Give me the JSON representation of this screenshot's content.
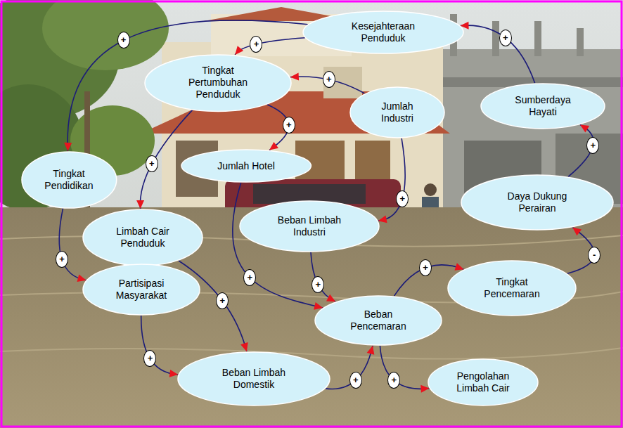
{
  "diagram": {
    "nodes": [
      {
        "text": [
          "Kesejahteraan Penduduk"
        ]
      },
      {
        "text": [
          "Tingkat Pertumbuhan Penduduk"
        ]
      },
      {
        "text": [
          "Jumlah Industri"
        ]
      },
      {
        "text": [
          "Sumberdaya Hayati"
        ]
      },
      {
        "text": [
          "Tingkat Pendidikan"
        ]
      },
      {
        "text": [
          "Jumlah Hotel"
        ]
      },
      {
        "text": [
          "Daya Dukung Perairan"
        ]
      },
      {
        "text": [
          "Limbah Cair Penduduk"
        ]
      },
      {
        "text": [
          "Beban Limbah Industri"
        ]
      },
      {
        "text": [
          "Tingkat Pencemaran"
        ]
      },
      {
        "text": [
          "Partisipasi Masyarakat"
        ]
      },
      {
        "text": [
          "Beban Pencemaran"
        ]
      },
      {
        "text": [
          "Beban Limbah Domestik"
        ]
      },
      {
        "text": [
          "Pengolahan Limbah Cair"
        ]
      }
    ],
    "edges": [
      {
        "from": 3,
        "to": 0,
        "arrow": "to",
        "label": "+"
      },
      {
        "from": 0,
        "to": 1,
        "arrow": "to",
        "label": "+"
      },
      {
        "from": 0,
        "to": 4,
        "arrow": "to",
        "label": "+"
      },
      {
        "from": 2,
        "to": 1,
        "arrow": "to",
        "label": "+"
      },
      {
        "from": 1,
        "to": 5,
        "arrow": "to",
        "label": "+"
      },
      {
        "from": 1,
        "to": 7,
        "arrow": "to",
        "label": "+"
      },
      {
        "from": 2,
        "to": 8,
        "arrow": "to",
        "label": "+"
      },
      {
        "from": 6,
        "to": 3,
        "arrow": "to",
        "label": "+"
      },
      {
        "from": 9,
        "to": 6,
        "arrow": "to",
        "label": "-"
      },
      {
        "from": 11,
        "to": 9,
        "arrow": "to",
        "label": "+"
      },
      {
        "from": 4,
        "to": 10,
        "arrow": "to",
        "label": "+"
      },
      {
        "from": 7,
        "to": 12,
        "arrow": "to",
        "label": "+"
      },
      {
        "from": 10,
        "to": 12,
        "arrow": "to",
        "label": "+"
      },
      {
        "from": 5,
        "to": 11,
        "arrow": "to",
        "label": "+"
      },
      {
        "from": 8,
        "to": 11,
        "arrow": "to",
        "label": "+"
      },
      {
        "from": 12,
        "to": 11,
        "arrow": "to",
        "label": "+"
      },
      {
        "from": 11,
        "to": 13,
        "arrow": "to",
        "label": "+"
      }
    ]
  }
}
